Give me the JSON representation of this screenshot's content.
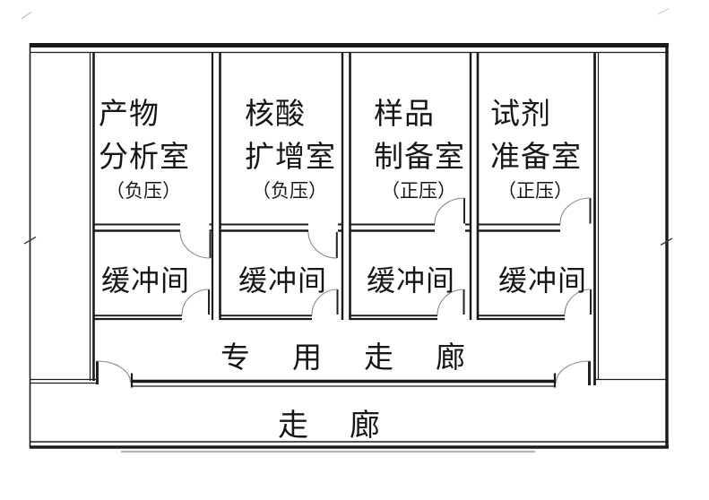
{
  "plan": {
    "background": "#ffffff",
    "wall_color": "#1b1b1b",
    "rooms": [
      {
        "line1": "产物",
        "line2": "分析室",
        "pressure": "（负压）"
      },
      {
        "line1": "核酸",
        "line2": "扩增室",
        "pressure": "（负压）"
      },
      {
        "line1": "样品",
        "line2": "制备室",
        "pressure": "（正压）"
      },
      {
        "line1": "试剂",
        "line2": "准备室",
        "pressure": "（正压）"
      }
    ],
    "buffer_rooms": [
      {
        "label": "缓冲间"
      },
      {
        "label": "缓冲间"
      },
      {
        "label": "缓冲间"
      },
      {
        "label": "缓冲间"
      }
    ],
    "corridors": {
      "dedicated": "专用走廊",
      "public": "走廊"
    }
  }
}
